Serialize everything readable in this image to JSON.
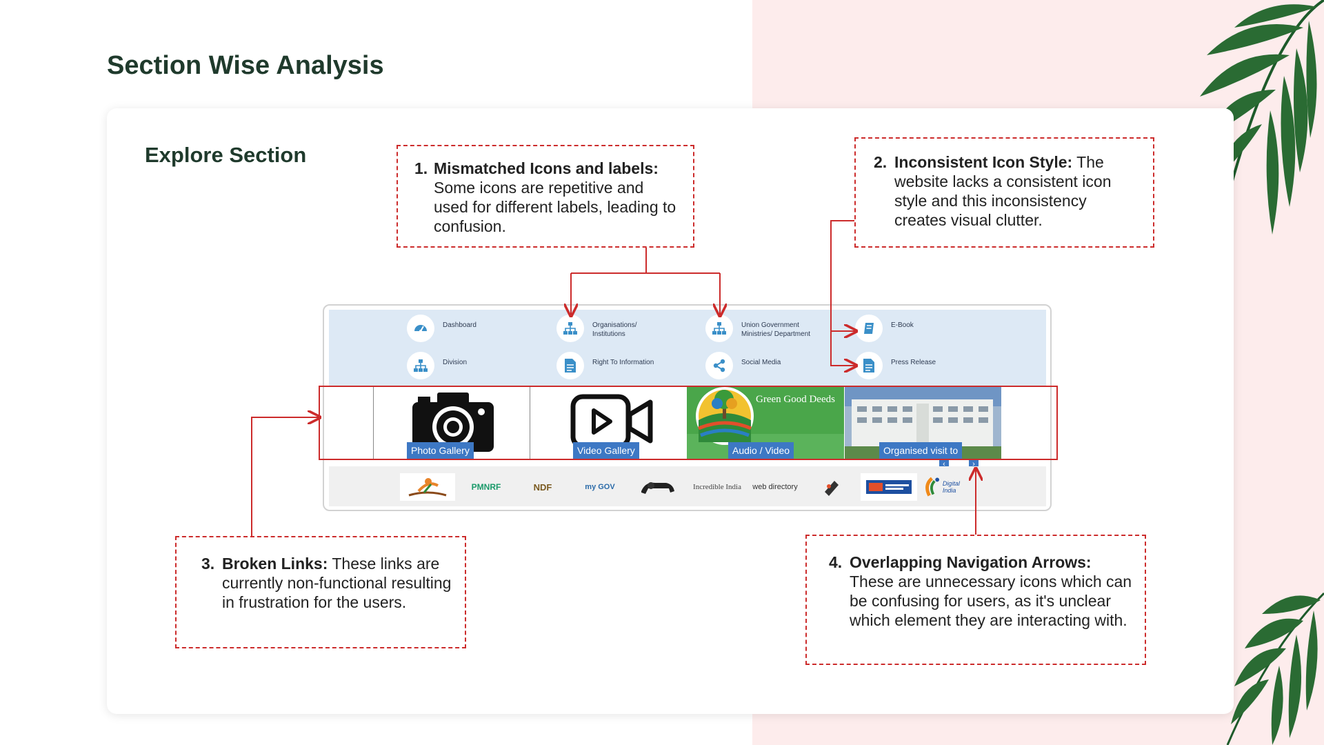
{
  "title": "Section Wise Analysis",
  "section_title": "Explore Section",
  "callouts": [
    {
      "number": "1.",
      "title": "Mismatched Icons and labels:",
      "body": "Some icons are repetitive and used for different labels, leading to confusion."
    },
    {
      "number": "2.",
      "title": "Inconsistent Icon Style:",
      "body": "The website lacks a consistent icon style and this inconsistency creates visual clutter."
    },
    {
      "number": "3.",
      "title": "Broken Links:",
      "body": "These links are currently non-functional resulting in frustration for the users."
    },
    {
      "number": "4.",
      "title": "Overlapping Navigation Arrows:",
      "body": "These are unnecessary icons which can be confusing for users, as it's unclear which element they are interacting with."
    }
  ],
  "explore_items": [
    {
      "label": "Dashboard",
      "icon": "dashboard-icon"
    },
    {
      "label": "Organisations/ Institutions",
      "icon": "org-chart-icon"
    },
    {
      "label": "Union Government Ministries/ Department",
      "icon": "org-chart-icon"
    },
    {
      "label": "E-Book",
      "icon": "book-icon"
    },
    {
      "label": "Division",
      "icon": "org-chart-icon"
    },
    {
      "label": "Right To Information",
      "icon": "document-icon"
    },
    {
      "label": "Social Media",
      "icon": "share-icon"
    },
    {
      "label": "Press Release",
      "icon": "document-icon"
    }
  ],
  "gallery": [
    {
      "caption": "Photo Gallery",
      "icon": "camera-icon"
    },
    {
      "caption": "Video Gallery",
      "icon": "video-icon"
    },
    {
      "caption": "Audio / Video",
      "banner": "Green Good Deeds"
    },
    {
      "caption": "Organised visit to"
    }
  ],
  "nav_arrows": {
    "prev": "‹",
    "next": "›"
  },
  "partners": [
    "PMNRF",
    "NDF",
    "my GOV",
    "Incredible India",
    "web directory",
    "Digital India"
  ],
  "colors": {
    "title": "#1f3a2c",
    "callout_border": "#cc2b2b",
    "explore_panel": "#dde9f5",
    "icon_blue": "#3a8fc8",
    "caption_blue": "#3d78c4",
    "pink_bg": "#fdecec"
  }
}
